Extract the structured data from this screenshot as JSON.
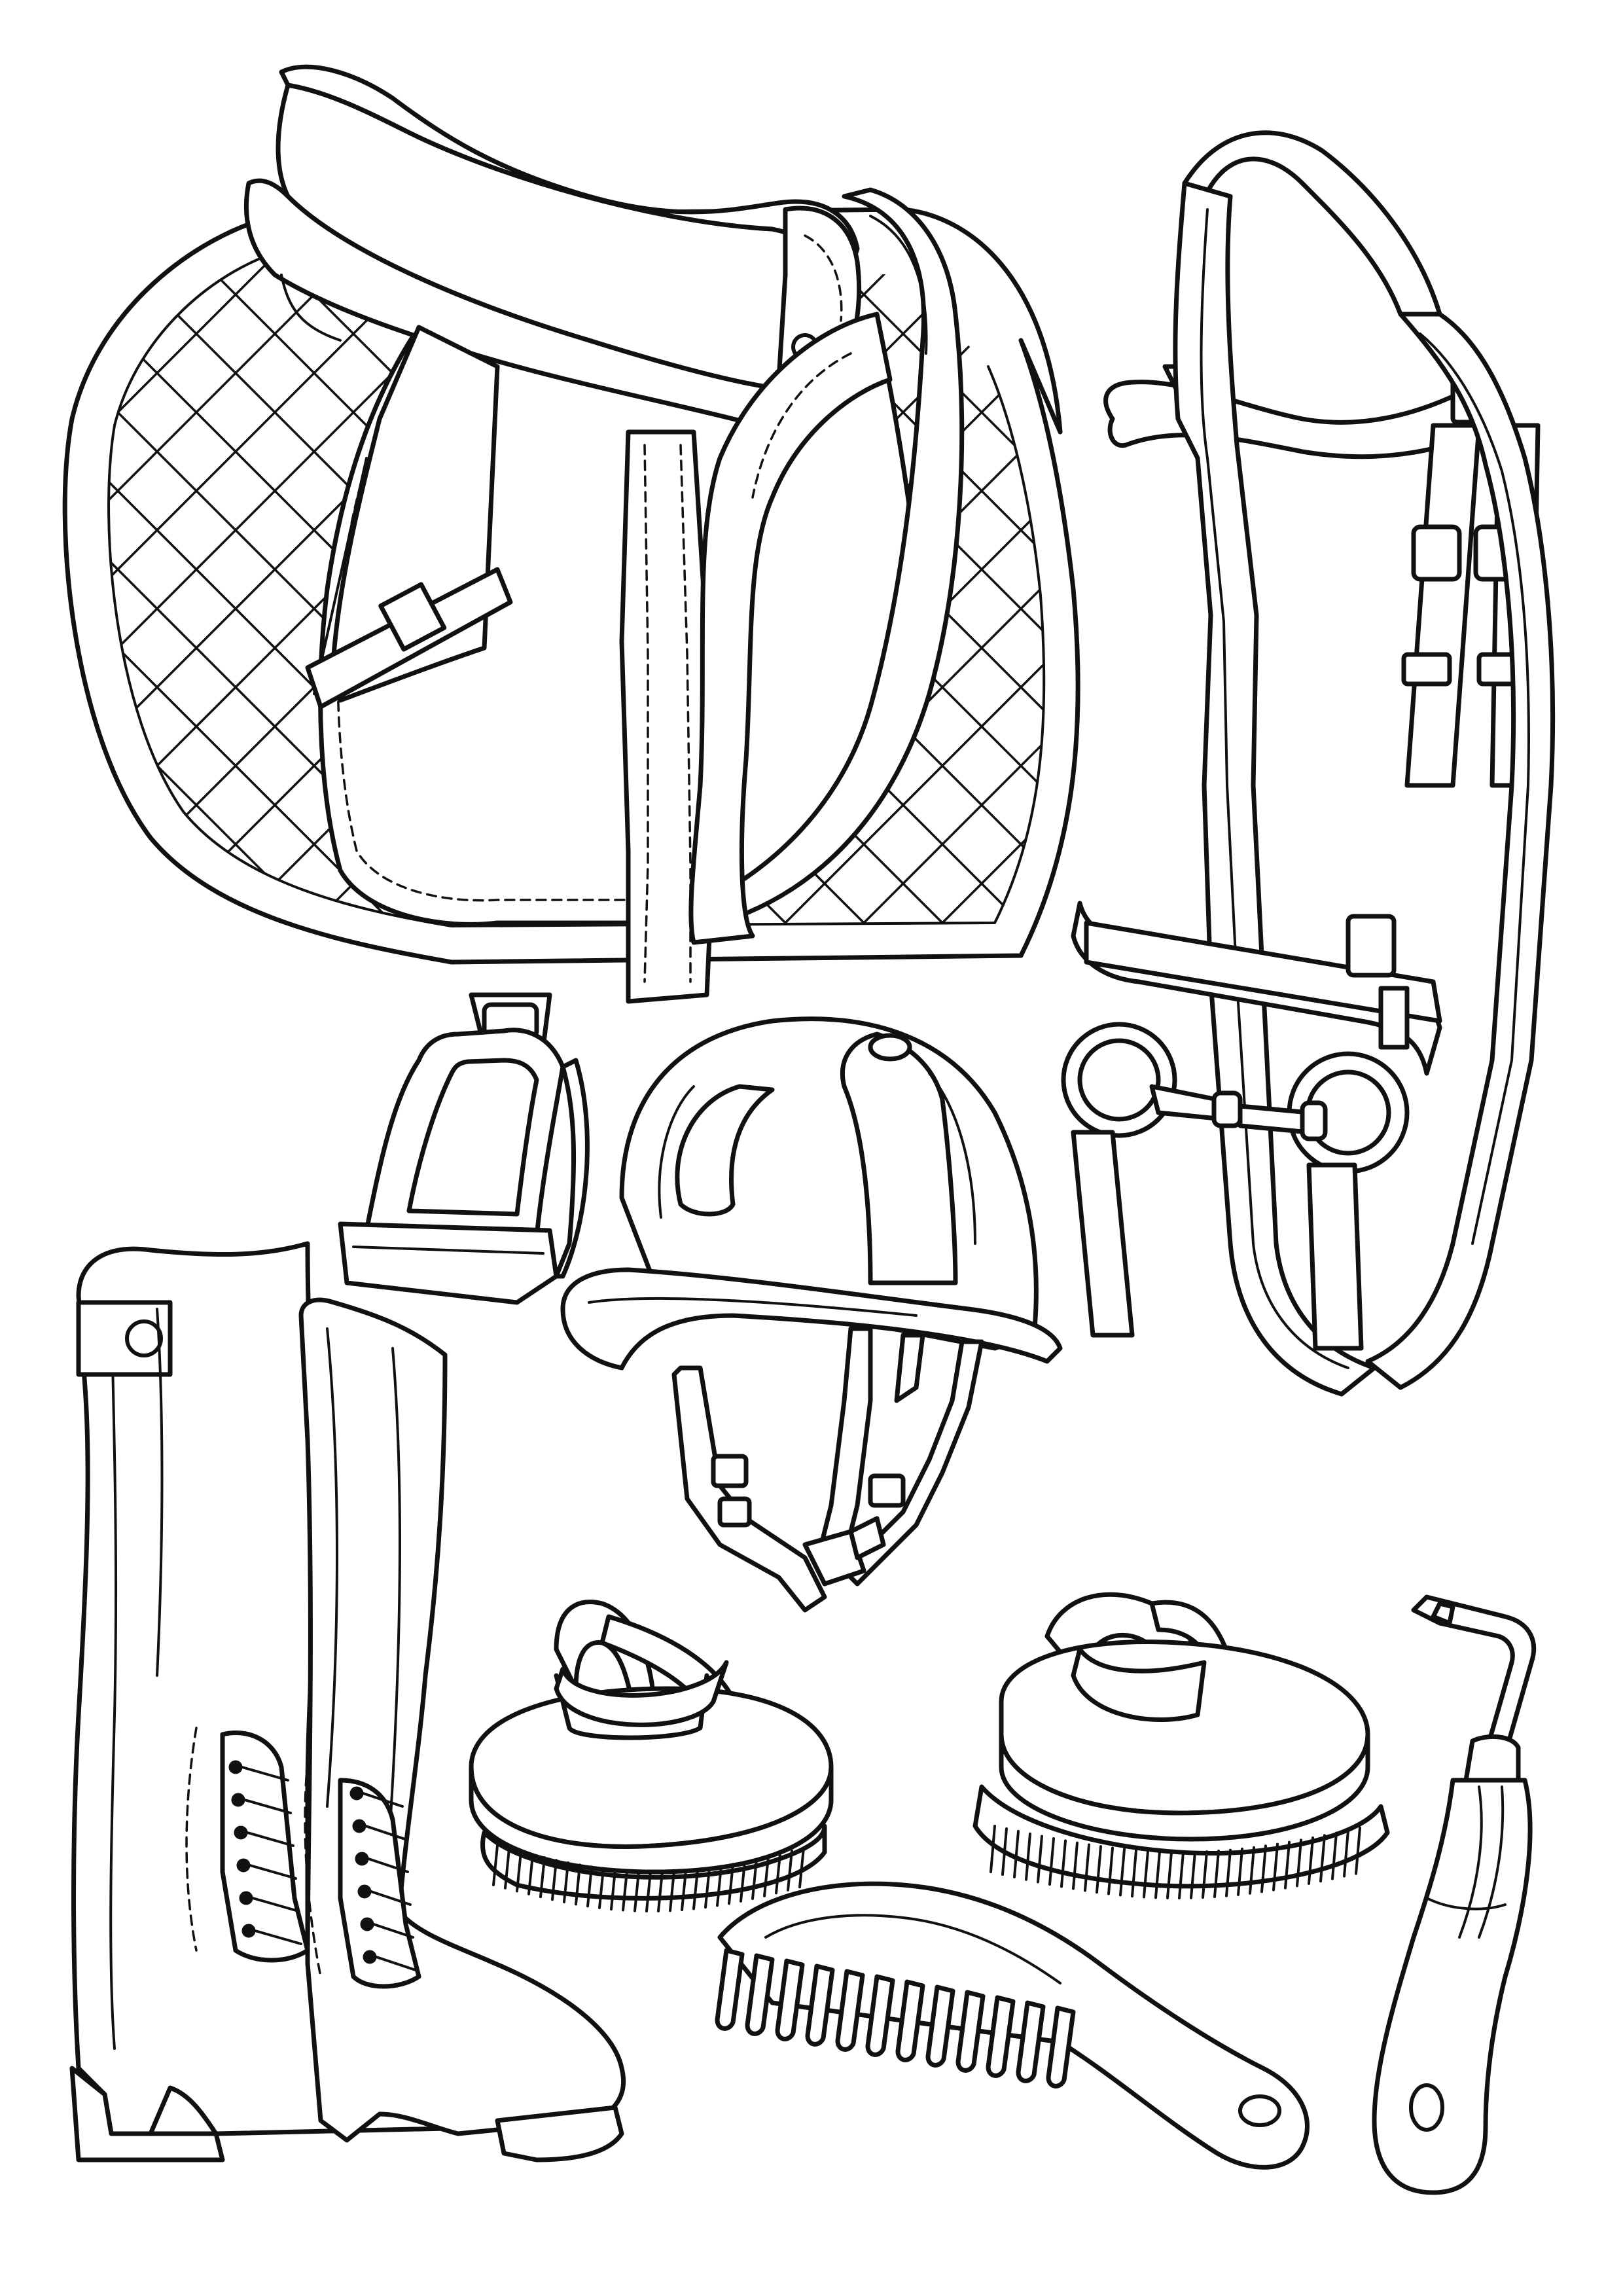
{
  "page": {
    "background": "#ffffff",
    "line_color": "#111111",
    "style": "black-and-white line-art coloring page"
  },
  "items": [
    {
      "id": "saddle",
      "icon": "saddle-icon"
    },
    {
      "id": "saddle-pad",
      "icon": "saddle-pad-icon"
    },
    {
      "id": "stirrup",
      "icon": "stirrup-icon"
    },
    {
      "id": "bridle",
      "icon": "bridle-icon"
    },
    {
      "id": "riding-helmet",
      "icon": "helmet-icon"
    },
    {
      "id": "riding-boots",
      "icon": "boots-icon"
    },
    {
      "id": "body-brush-small",
      "icon": "brush-icon"
    },
    {
      "id": "body-brush-large",
      "icon": "brush-icon"
    },
    {
      "id": "mane-comb",
      "icon": "comb-icon"
    },
    {
      "id": "hoof-pick",
      "icon": "hoof-pick-icon"
    }
  ]
}
